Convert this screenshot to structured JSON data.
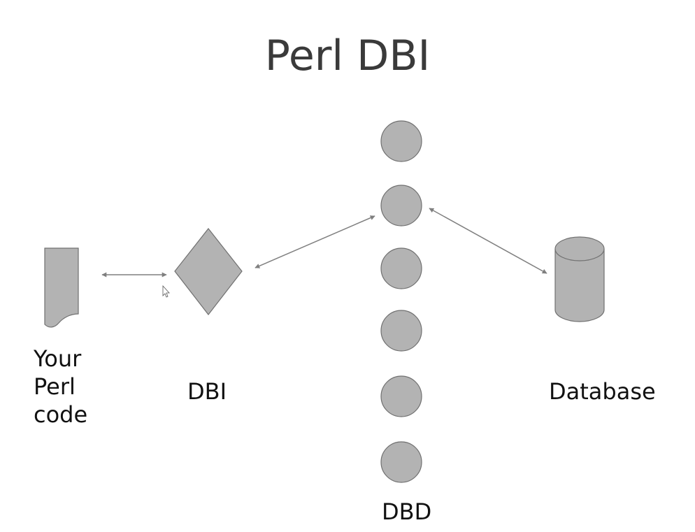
{
  "title": "Perl DBI",
  "nodes": {
    "code": {
      "lines": [
        "Your",
        "Perl",
        "code"
      ],
      "icon": "document-icon"
    },
    "dbi": {
      "label": "DBI",
      "icon": "diamond-icon"
    },
    "dbd": {
      "label": "DBD",
      "icon": "circle-icon",
      "count": 6
    },
    "database": {
      "label": "Database",
      "icon": "database-cylinder-icon"
    }
  },
  "colors": {
    "shape_fill": "#b3b3b3",
    "shape_stroke": "#707070",
    "arrow": "#7f7f7f",
    "title": "#3a3a3a"
  }
}
